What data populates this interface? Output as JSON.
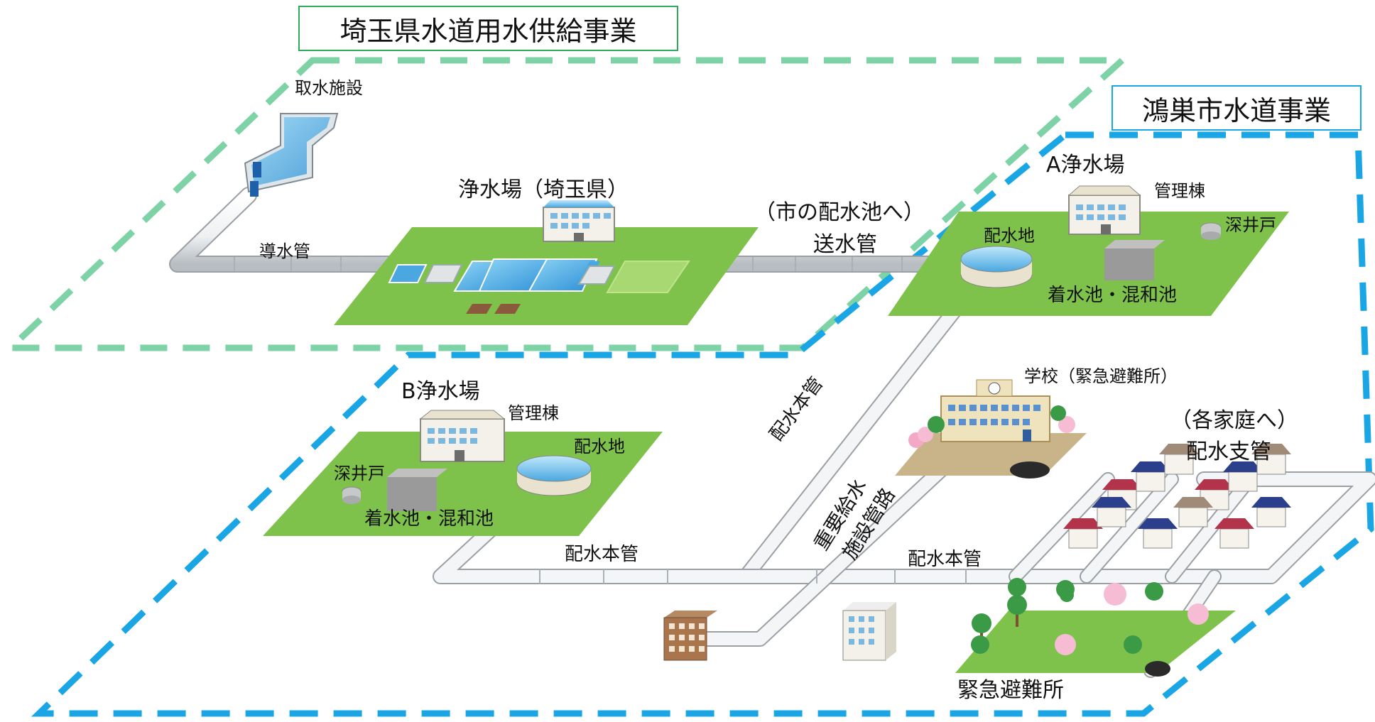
{
  "colors": {
    "green_border": "#7dd3a6",
    "blue_border": "#1aa6e4",
    "field_green": "#7ec24b",
    "pipe_white": "#f4f5f7",
    "pipe_edge": "#9aa0a6"
  },
  "titles": {
    "saitama_project": "埼玉県水道用水供給事業",
    "konosu_project": "鴻巣市水道事業"
  },
  "labels": {
    "intake_facility": "取水施設",
    "headrace_pipe": "導水管",
    "purification_saitama": "浄水場（埼玉県）",
    "to_city_reservoir": "（市の配水池へ）",
    "transmission_pipe": "送水管",
    "plant_a": "A浄水場",
    "plant_a_admin": "管理棟",
    "plant_a_well": "深井戸",
    "plant_a_reservoir": "配水地",
    "plant_a_mixing": "着水池・混和池",
    "plant_b": "B浄水場",
    "plant_b_admin": "管理棟",
    "plant_b_reservoir": "配水地",
    "plant_b_well": "深井戸",
    "plant_b_mixing": "着水池・混和池",
    "main_pipe_1": "配水本管",
    "main_pipe_2": "配水本管",
    "main_pipe_3": "配水本管",
    "school": "学校（緊急避難所）",
    "to_households": "（各家庭へ）",
    "branch_pipe": "配水支管",
    "critical_route_1": "重要給水",
    "critical_route_2": "施設管路",
    "evacuation_site": "緊急避難所"
  }
}
